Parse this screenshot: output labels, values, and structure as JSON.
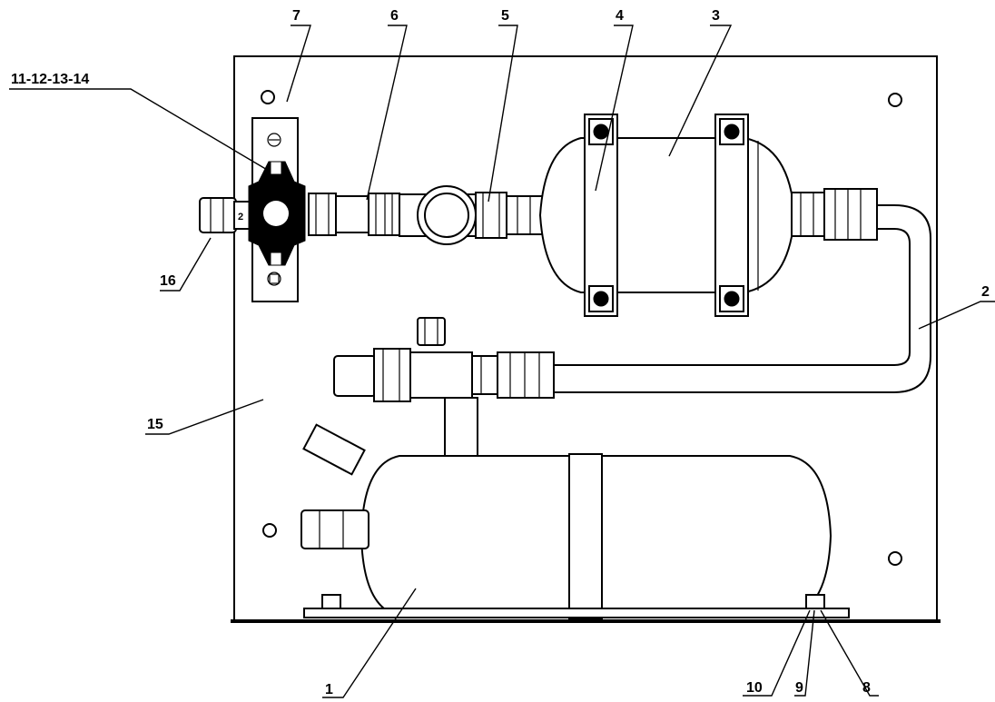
{
  "callouts": {
    "c1": "1",
    "c2": "2",
    "c3": "3",
    "c4": "4",
    "c5": "5",
    "c6": "6",
    "c7": "7",
    "c8": "8",
    "c9": "9",
    "c10": "10",
    "c11": "11-12-13-14",
    "c15": "15",
    "c16": "16"
  },
  "colors": {
    "line": "#000000",
    "background": "#ffffff"
  }
}
